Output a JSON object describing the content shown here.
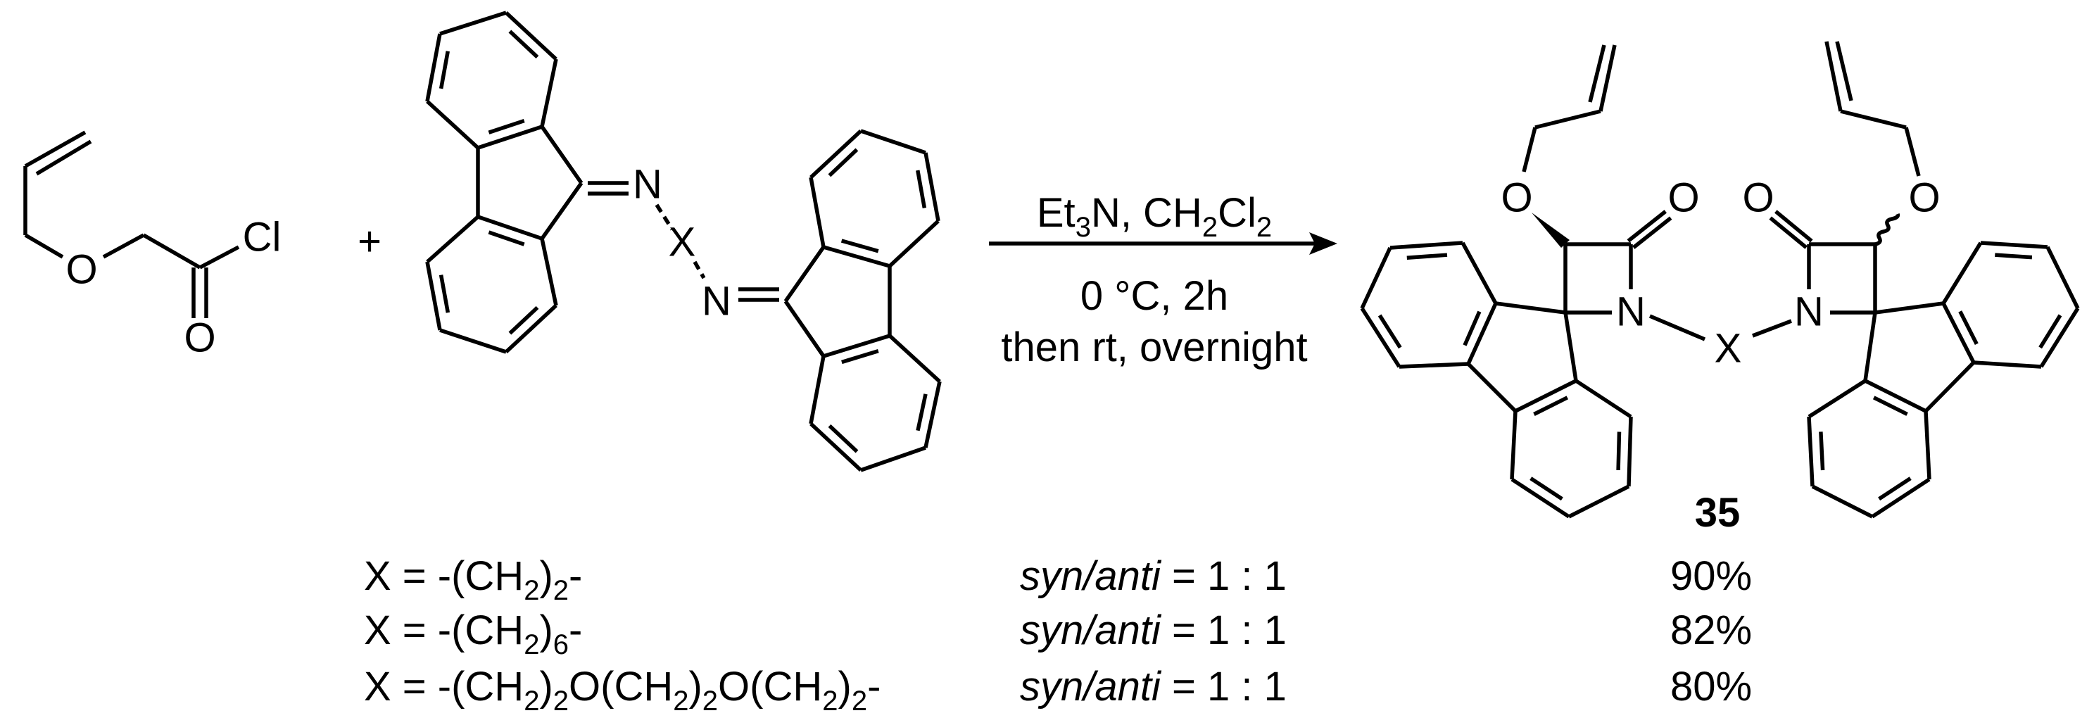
{
  "scheme": {
    "reactant_1": {
      "atoms": {
        "o_ether": "O",
        "o_carbonyl": "O",
        "cl": "Cl"
      }
    },
    "plus": "+",
    "reactant_2": {
      "atoms": {
        "n1": "N",
        "x": "X",
        "n2": "N"
      }
    },
    "conditions": {
      "reagents": "Et3N, CH2Cl2",
      "step_1": "0 °C, 2h",
      "step_2": "then rt, overnight"
    },
    "product": {
      "label": "35",
      "atoms": {
        "o_allyl_left": "O",
        "o_carbonyl_left": "O",
        "n_left": "N",
        "x": "X",
        "n_right": "N",
        "o_carbonyl_right": "O",
        "o_allyl_right": "O"
      }
    },
    "results": [
      {
        "linker": "X = -(CH2)2-",
        "ratio_label": "syn/anti",
        "ratio": "= 1 : 1",
        "yield": "90%"
      },
      {
        "linker": "X = -(CH2)6-",
        "ratio_label": "syn/anti",
        "ratio": "= 1 : 1",
        "yield": "82%"
      },
      {
        "linker": "X = -(CH2)2O(CH2)2O(CH2)2-",
        "ratio_label": "syn/anti",
        "ratio": "= 1 : 1",
        "yield": "80%"
      }
    ]
  }
}
